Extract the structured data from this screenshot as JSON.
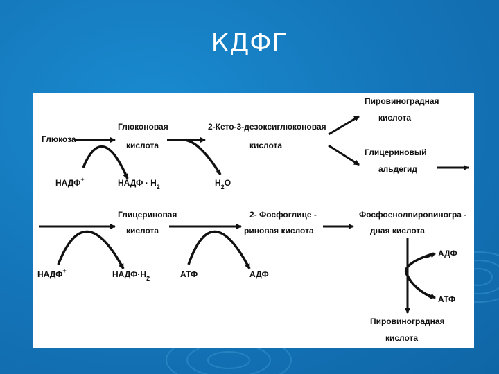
{
  "slide": {
    "title": "КДФГ"
  },
  "diagram": {
    "nodes": {
      "glucose": "Глюкоза",
      "gluconic_1": "Глюконовая",
      "gluconic_2": "кислота",
      "keto_1": "2-Кето-3-дезоксиглюконовая",
      "keto_2": "кислота",
      "pyruvic_top_1": "Пировиноградная",
      "pyruvic_top_2": "кислота",
      "glyceraldehyde_1": "Глицериновый",
      "glyceraldehyde_2": "альдегид",
      "nadp_1": "НАДФ",
      "nadp_1_sup": "+",
      "nadph_1": "НАДФ · Н",
      "nadph_1_sub": "2",
      "water": "Н",
      "water_sub": "2",
      "water_o": "О",
      "glyceric_1": "Глицериновая",
      "glyceric_2": "кислота",
      "phosphoglyceric_1": "2- Фосфоглице -",
      "phosphoglyceric_2": "риновая  кислота",
      "pep_1": "Фосфоенолпировиногра -",
      "pep_2": "дная  кислота",
      "nadp_2": "НАДФ",
      "nadp_2_sup": "+",
      "nadph_2": "НАДФ·Н",
      "nadph_2_sub": "2",
      "atp_1": "АТФ",
      "adp_1": "АДФ",
      "adp_2": "АДФ",
      "atp_2": "АТФ",
      "pyruvic_bottom_1": "Пировиноградная",
      "pyruvic_bottom_2": "кислота"
    }
  }
}
